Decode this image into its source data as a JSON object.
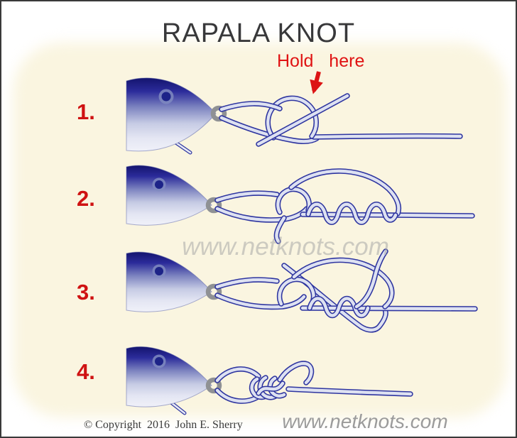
{
  "title": "RAPALA KNOT",
  "annotation": {
    "hold_here": "Hold  here"
  },
  "steps": [
    {
      "label": "1."
    },
    {
      "label": "2."
    },
    {
      "label": "3."
    },
    {
      "label": "4."
    }
  ],
  "watermark": {
    "text": "www.netknots.com"
  },
  "footer": {
    "copyright": "© Copyright  2016  John E. Sherry",
    "website": "www.netknots.com"
  },
  "colors": {
    "step_number_red": "#cf1212",
    "annotation_red": "#e01313",
    "arrow_red": "#dc1414",
    "rope_outline_blue": "#2e35a0",
    "rope_fill": "#dde1f1",
    "lure_dark_blue": "#1b1b77",
    "panel_cream": "#faf5e0",
    "title_gray": "#38383a",
    "watermark_gray": "#a7a7a7"
  }
}
